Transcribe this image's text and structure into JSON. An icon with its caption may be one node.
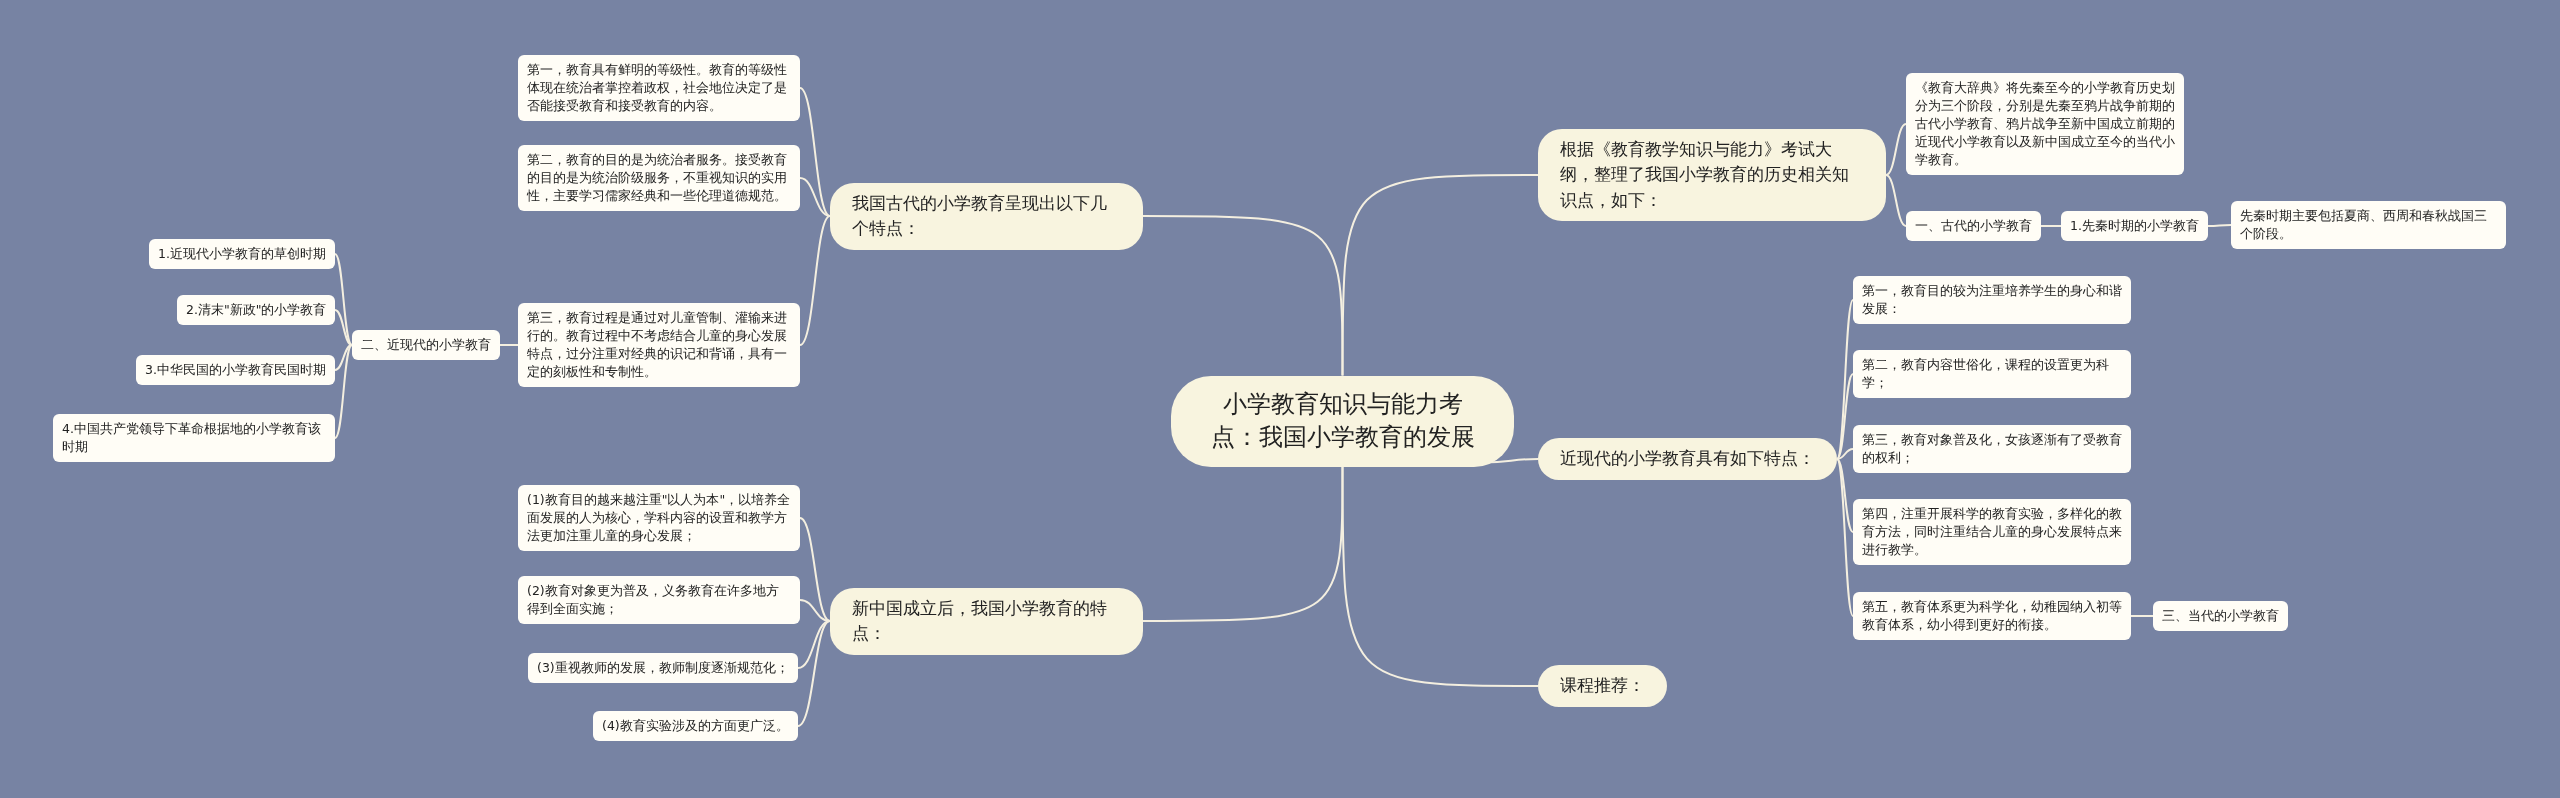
{
  "diagram": {
    "nodes": [
      {
        "text": [
          "小学教育知识与能力考点：我国小学教育的发展"
        ]
      },
      {
        "text": [
          "我国古代的小学教育呈现出以下几个特点："
        ]
      },
      {
        "text": [
          "第一，教育具有鲜明的等级性。教育的等级性体现在统治者掌控着政权，社会地位决定了是否能接受教育和接受教育的内容。"
        ]
      },
      {
        "text": [
          "第二，教育的目的是为统治者服务。接受教育的目的是为统治阶级服务，不重视知识的实用性，主要学习儒家经典和一些伦理道德规范。"
        ]
      },
      {
        "text": [
          "第三，教育过程是通过对儿童管制、灌输来进行的。教育过程中不考虑结合儿童的身心发展特点，过分注重对经典的识记和背诵，具有一定的刻板性和专制性。"
        ]
      },
      {
        "text": [
          "二、近现代的小学教育"
        ]
      },
      {
        "text": [
          "1.近现代小学教育的草创时期"
        ]
      },
      {
        "text": [
          "2.清末\"新政\"的小学教育"
        ]
      },
      {
        "text": [
          "3.中华民国的小学教育民国时期"
        ]
      },
      {
        "text": [
          "4.中国共产党领导下革命根据地的小学教育该时期"
        ]
      },
      {
        "text": [
          "新中国成立后，我国小学教育的特点："
        ]
      },
      {
        "text": [
          "(1)教育目的越来越注重\"以人为本\"，以培养全面发展的人为核心，学科内容的设置和教学方法更加注重儿童的身心发展；"
        ]
      },
      {
        "text": [
          "(2)教育对象更为普及，义务教育在许多地方得到全面实施；"
        ]
      },
      {
        "text": [
          "(3)重视教师的发展，教师制度逐渐规范化；"
        ]
      },
      {
        "text": [
          "(4)教育实验涉及的方面更广泛。"
        ]
      },
      {
        "text": [
          "根据《教育教学知识与能力》考试大纲，整理了我国小学教育的历史相关知识点，如下："
        ]
      },
      {
        "text": [
          "《教育大辞典》将先秦至今的小学教育历史划分为三个阶段，分别是先秦至鸦片战争前期的古代小学教育、鸦片战争至新中国成立前期的近现代小学教育以及新中国成立至今的当代小学教育。"
        ]
      },
      {
        "text": [
          "一、古代的小学教育"
        ]
      },
      {
        "text": [
          "1.先秦时期的小学教育"
        ]
      },
      {
        "text": [
          "先秦时期主要包括夏商、西周和春秋战国三个阶段。"
        ]
      },
      {
        "text": [
          "近现代的小学教育具有如下特点："
        ]
      },
      {
        "text": [
          "第一，教育目的较为注重培养学生的身心和谐发展："
        ]
      },
      {
        "text": [
          "第二，教育内容世俗化，课程的设置更为科学；"
        ]
      },
      {
        "text": [
          "第三，教育对象普及化，女孩逐渐有了受教育的权利；"
        ]
      },
      {
        "text": [
          "第四，注重开展科学的教育实验，多样化的教育方法，同时注重结合儿童的身心发展特点来进行教学。"
        ]
      },
      {
        "text": [
          "第五，教育体系更为科学化，幼稚园纳入初等教育体系，幼小得到更好的衔接。"
        ]
      },
      {
        "text": [
          "三、当代的小学教育"
        ]
      },
      {
        "text": [
          "课程推荐："
        ]
      }
    ],
    "edges": [
      {
        "from": 0,
        "to": 1,
        "arrow": "none"
      },
      {
        "from": 1,
        "to": 2,
        "arrow": "none"
      },
      {
        "from": 1,
        "to": 3,
        "arrow": "none"
      },
      {
        "from": 1,
        "to": 4,
        "arrow": "none"
      },
      {
        "from": 4,
        "to": 5,
        "arrow": "none"
      },
      {
        "from": 5,
        "to": 6,
        "arrow": "none"
      },
      {
        "from": 5,
        "to": 7,
        "arrow": "none"
      },
      {
        "from": 5,
        "to": 8,
        "arrow": "none"
      },
      {
        "from": 5,
        "to": 9,
        "arrow": "none"
      },
      {
        "from": 0,
        "to": 10,
        "arrow": "none"
      },
      {
        "from": 10,
        "to": 11,
        "arrow": "none"
      },
      {
        "from": 10,
        "to": 12,
        "arrow": "none"
      },
      {
        "from": 10,
        "to": 13,
        "arrow": "none"
      },
      {
        "from": 10,
        "to": 14,
        "arrow": "none"
      },
      {
        "from": 0,
        "to": 15,
        "arrow": "none"
      },
      {
        "from": 15,
        "to": 16,
        "arrow": "none"
      },
      {
        "from": 15,
        "to": 17,
        "arrow": "none"
      },
      {
        "from": 17,
        "to": 18,
        "arrow": "none"
      },
      {
        "from": 18,
        "to": 19,
        "arrow": "none"
      },
      {
        "from": 0,
        "to": 20,
        "arrow": "none"
      },
      {
        "from": 20,
        "to": 21,
        "arrow": "none"
      },
      {
        "from": 20,
        "to": 22,
        "arrow": "none"
      },
      {
        "from": 20,
        "to": 23,
        "arrow": "none"
      },
      {
        "from": 20,
        "to": 24,
        "arrow": "none"
      },
      {
        "from": 20,
        "to": 25,
        "arrow": "none"
      },
      {
        "from": 25,
        "to": 26,
        "arrow": "none"
      },
      {
        "from": 0,
        "to": 27,
        "arrow": "none"
      }
    ]
  }
}
